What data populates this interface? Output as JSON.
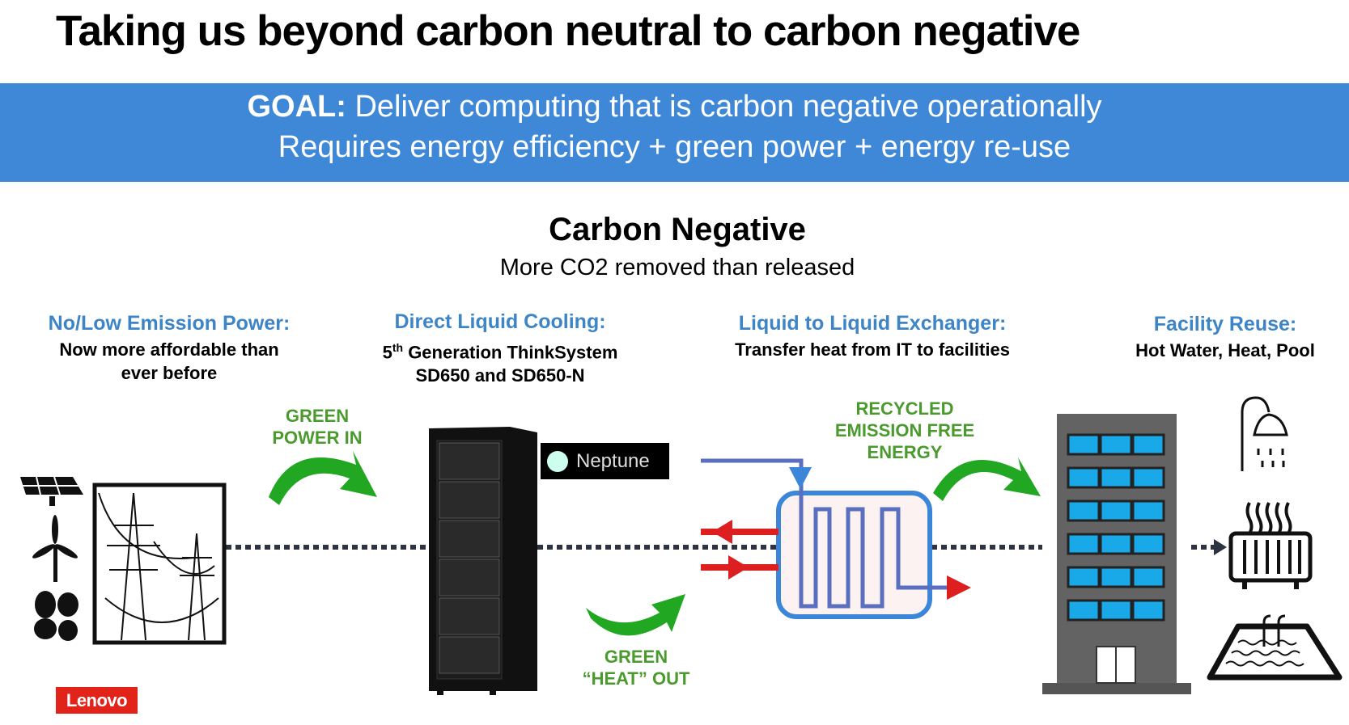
{
  "title": "Taking us beyond carbon neutral to carbon negative",
  "banner": {
    "goal_label": "GOAL:",
    "goal_text": " Deliver computing that is carbon negative operationally",
    "line2": "Requires energy efficiency + green power + energy re-use"
  },
  "section": {
    "title": "Carbon Negative",
    "subtitle": "More CO2 removed than released"
  },
  "columns": [
    {
      "heading": "No/Low Emission Power:",
      "line1": "Now more affordable than",
      "line2": "ever before"
    },
    {
      "heading": "Direct Liquid Cooling:",
      "line1_pre": "5",
      "line1_sup": "th",
      "line1_post": " Generation ThinkSystem",
      "line2": "SD650 and SD650-N"
    },
    {
      "heading": "Liquid to Liquid Exchanger:",
      "line1": "Transfer heat from IT to facilities"
    },
    {
      "heading": "Facility Reuse:",
      "line1": "Hot Water, Heat, Pool"
    }
  ],
  "flow_labels": {
    "power_in": [
      "GREEN",
      "POWER IN"
    ],
    "heat_out": [
      "GREEN",
      "“HEAT” OUT"
    ],
    "recycled": [
      "RECYCLED",
      "EMISSION FREE",
      "ENERGY"
    ]
  },
  "neptune_logo": "Neptune",
  "lenovo_logo": "Lenovo",
  "colors": {
    "banner": "#3f88d8",
    "heading": "#3d85c6",
    "green": "#4a9a2e",
    "arrow_green": "#22a722",
    "hot": "#dd1f1f",
    "cold": "#3b86d8"
  }
}
